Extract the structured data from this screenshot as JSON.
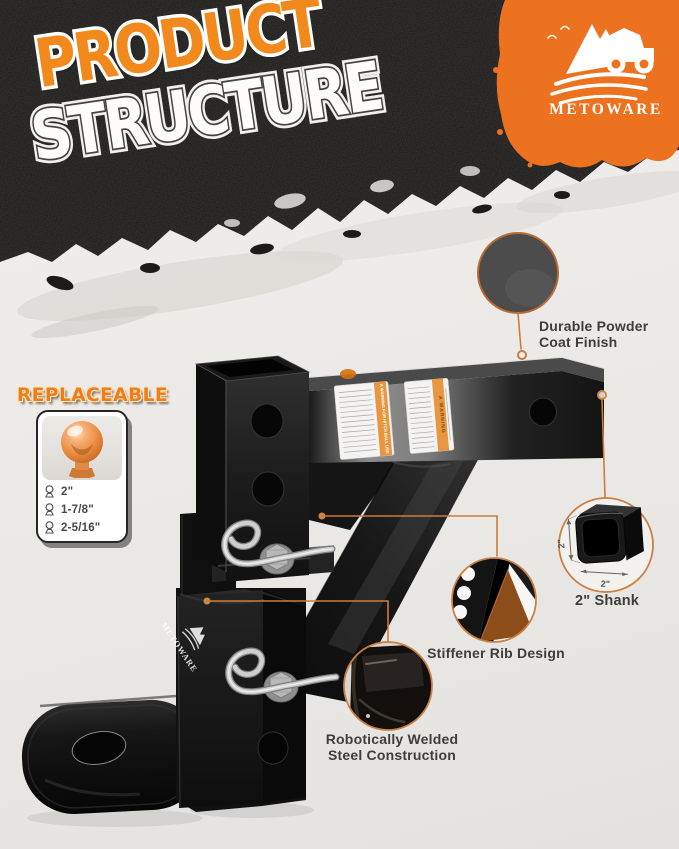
{
  "header": {
    "title_line1": "PRODUCT",
    "title_line2": "STRUCTURE"
  },
  "brand": {
    "name": "METOWARE"
  },
  "callouts": {
    "powder_coat": {
      "line1": "Durable Powder",
      "line2": "Coat Finish"
    },
    "shank": {
      "label": "2\" Shank",
      "dim_side": "2\"",
      "dim_bottom": "2\""
    },
    "stiffener": {
      "label": "Stiffener Rib Design"
    },
    "weld": {
      "line1": "Robotically Welded",
      "line2": "Steel Construction"
    }
  },
  "replaceable": {
    "heading": "REPLACEABLE",
    "sizes": [
      {
        "label": "2\""
      },
      {
        "label": "1-7/8\""
      },
      {
        "label": "2-5/16\""
      }
    ]
  },
  "product": {
    "brand_label": "METOWARE",
    "warning_label_long": "A WARNING FOR HITCH BALL USE",
    "warning_label_short": "A WARNING"
  },
  "colors": {
    "accent_orange": "#ee7320",
    "callout_line": "#c97c3e",
    "title_orange": "#f2891c",
    "text_dark": "#3d3d3d",
    "header_black": "#1c1b19",
    "background": "#edebe9"
  }
}
